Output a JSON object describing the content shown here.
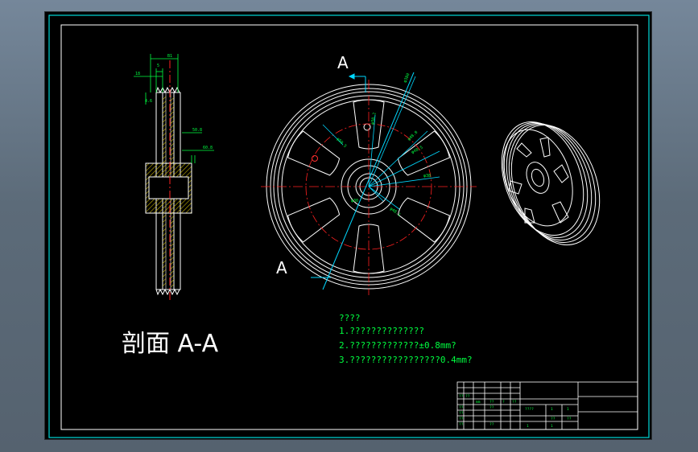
{
  "drawing": {
    "section_label_top": "A",
    "section_label_bottom": "A",
    "section_title": "剖面 A-A",
    "colors": {
      "background": "#000000",
      "frame": "#00d8d8",
      "outline": "#ffffff",
      "centerline": "#ff2020",
      "dimension": "#00ff40",
      "hatch": "#c8b400",
      "leader": "#00d8ff"
    },
    "dims": {
      "top_a": "B1",
      "top_b": "5",
      "top_c": "18",
      "left_a": "4.6",
      "right_a": "50.8",
      "right_b": "60.8"
    },
    "front_dims": [
      "φ380",
      "φ50.5",
      "φ58.2",
      "φ48.0",
      "φ48.5",
      "φ38",
      "φ48.1",
      "φ30"
    ]
  },
  "notes": {
    "heading": "????",
    "line1": "1.??????????????",
    "line2": "2.?????????????±0.8mm?",
    "line3": "3.?????????????????0.4mm?"
  },
  "title_block": {
    "cells": [
      "??",
      "??",
      "mm",
      "??",
      "?",
      "??",
      "??",
      "??",
      "??",
      "??",
      "??",
      "??",
      "????",
      "1",
      "1",
      "??",
      "??",
      "1",
      "1"
    ]
  }
}
